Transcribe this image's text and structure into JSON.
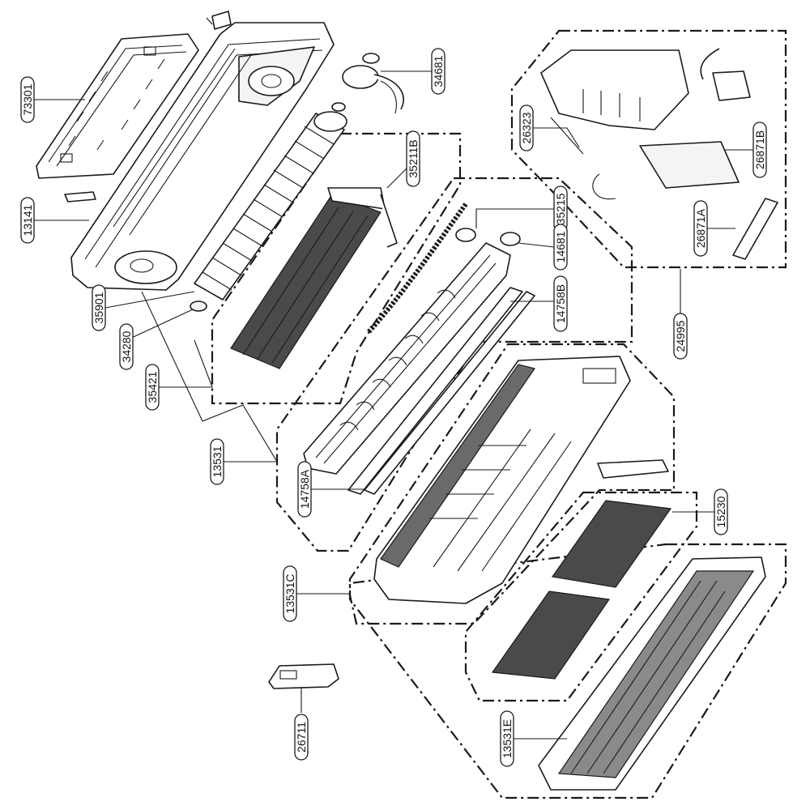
{
  "labels": {
    "p73301": "73301",
    "p13141": "13141",
    "p34681": "34681",
    "p35211b": "35211B",
    "p35215": "35215",
    "p14681": "14681",
    "p14758b": "14758B",
    "p26323": "26323",
    "p26871b": "26871B",
    "p26871a": "26871A",
    "p24995": "24995",
    "p35901": "35901",
    "p34280": "34280",
    "p35421": "35421",
    "p13531": "13531",
    "p14758a": "14758A",
    "p15230": "15230",
    "p13531c": "13531C",
    "p13531e": "13531E",
    "p26711": "26711"
  }
}
